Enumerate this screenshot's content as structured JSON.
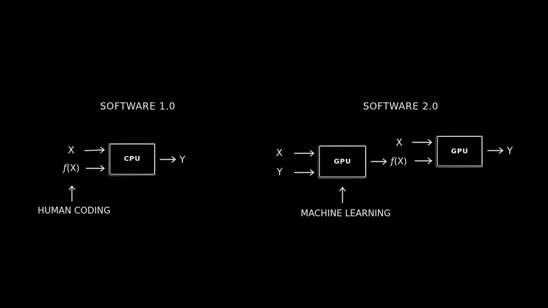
{
  "colors": {
    "background": "#000000",
    "foreground": "#ededed"
  },
  "software1": {
    "title": "SOFTWARE 1.0",
    "inputs": {
      "x": "X",
      "f": "f",
      "f_arg": "(X)"
    },
    "processor": "CPU",
    "output": "Y",
    "source_label": "HUMAN CODING"
  },
  "software2": {
    "title": "SOFTWARE 2.0",
    "train_inputs": {
      "x": "X",
      "y": "Y"
    },
    "train_processor": "GPU",
    "learned_f": "f",
    "learned_f_arg": "(X)",
    "infer_input_x": "X",
    "infer_processor": "GPU",
    "output": "Y",
    "source_label": "MACHINE LEARNING"
  }
}
